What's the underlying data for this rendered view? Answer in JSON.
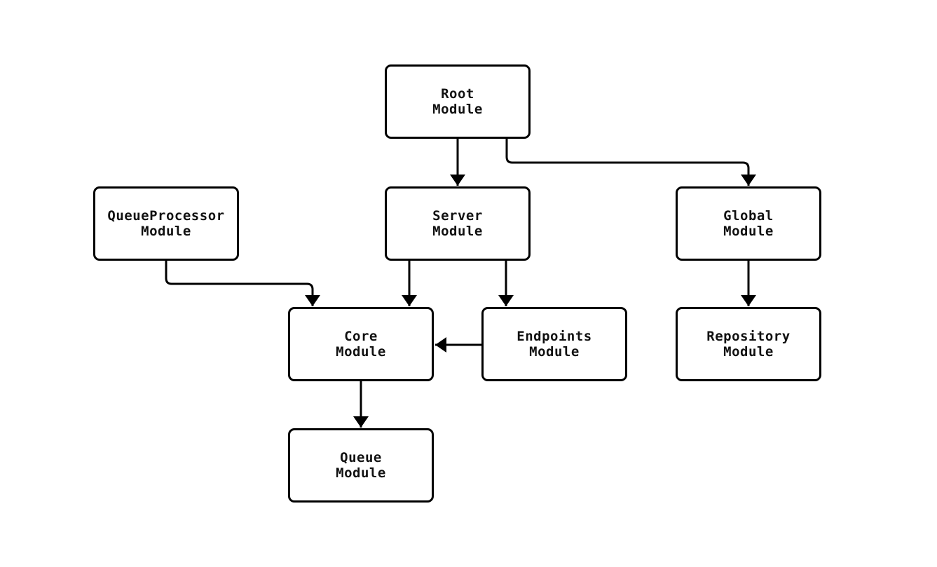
{
  "diagram": {
    "type": "flowchart",
    "background_color": "#ffffff",
    "stroke_color": "#000000",
    "text_color": "#111111",
    "nodes": [
      {
        "id": "root",
        "label": "Root\nModule"
      },
      {
        "id": "queueprocessor",
        "label": "QueueProcessor\nModule"
      },
      {
        "id": "server",
        "label": "Server\nModule"
      },
      {
        "id": "global",
        "label": "Global\nModule"
      },
      {
        "id": "core",
        "label": "Core\nModule"
      },
      {
        "id": "endpoints",
        "label": "Endpoints\nModule"
      },
      {
        "id": "repository",
        "label": "Repository\nModule"
      },
      {
        "id": "queue",
        "label": "Queue\nModule"
      }
    ],
    "edges": [
      {
        "from": "root",
        "to": "server"
      },
      {
        "from": "root",
        "to": "global"
      },
      {
        "from": "queueprocessor",
        "to": "core"
      },
      {
        "from": "server",
        "to": "core"
      },
      {
        "from": "server",
        "to": "endpoints"
      },
      {
        "from": "endpoints",
        "to": "core"
      },
      {
        "from": "global",
        "to": "repository"
      },
      {
        "from": "core",
        "to": "queue"
      }
    ]
  }
}
